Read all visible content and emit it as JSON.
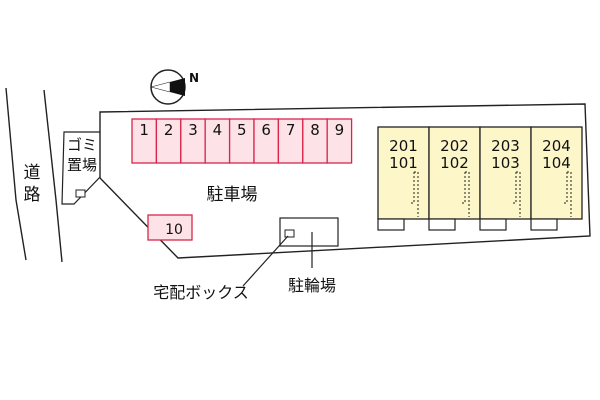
{
  "road_label": "道\n路",
  "garbage_label": "ゴミ\n置場",
  "compass_letter": "N",
  "parking_label": "駐車場",
  "parking_spaces": [
    "1",
    "2",
    "3",
    "4",
    "5",
    "6",
    "7",
    "8",
    "9"
  ],
  "extra_space": "10",
  "delivery_box_label": "宅配ボックス",
  "bicycle_label": "駐輪場",
  "units": [
    {
      "upper": "201",
      "lower": "101"
    },
    {
      "upper": "202",
      "lower": "102"
    },
    {
      "upper": "203",
      "lower": "103"
    },
    {
      "upper": "204",
      "lower": "104"
    }
  ],
  "colors": {
    "parking_stroke": "#d9254a",
    "parking_fill": "#fde2e8",
    "building_fill": "#fcf6c8",
    "outline": "#222222"
  }
}
